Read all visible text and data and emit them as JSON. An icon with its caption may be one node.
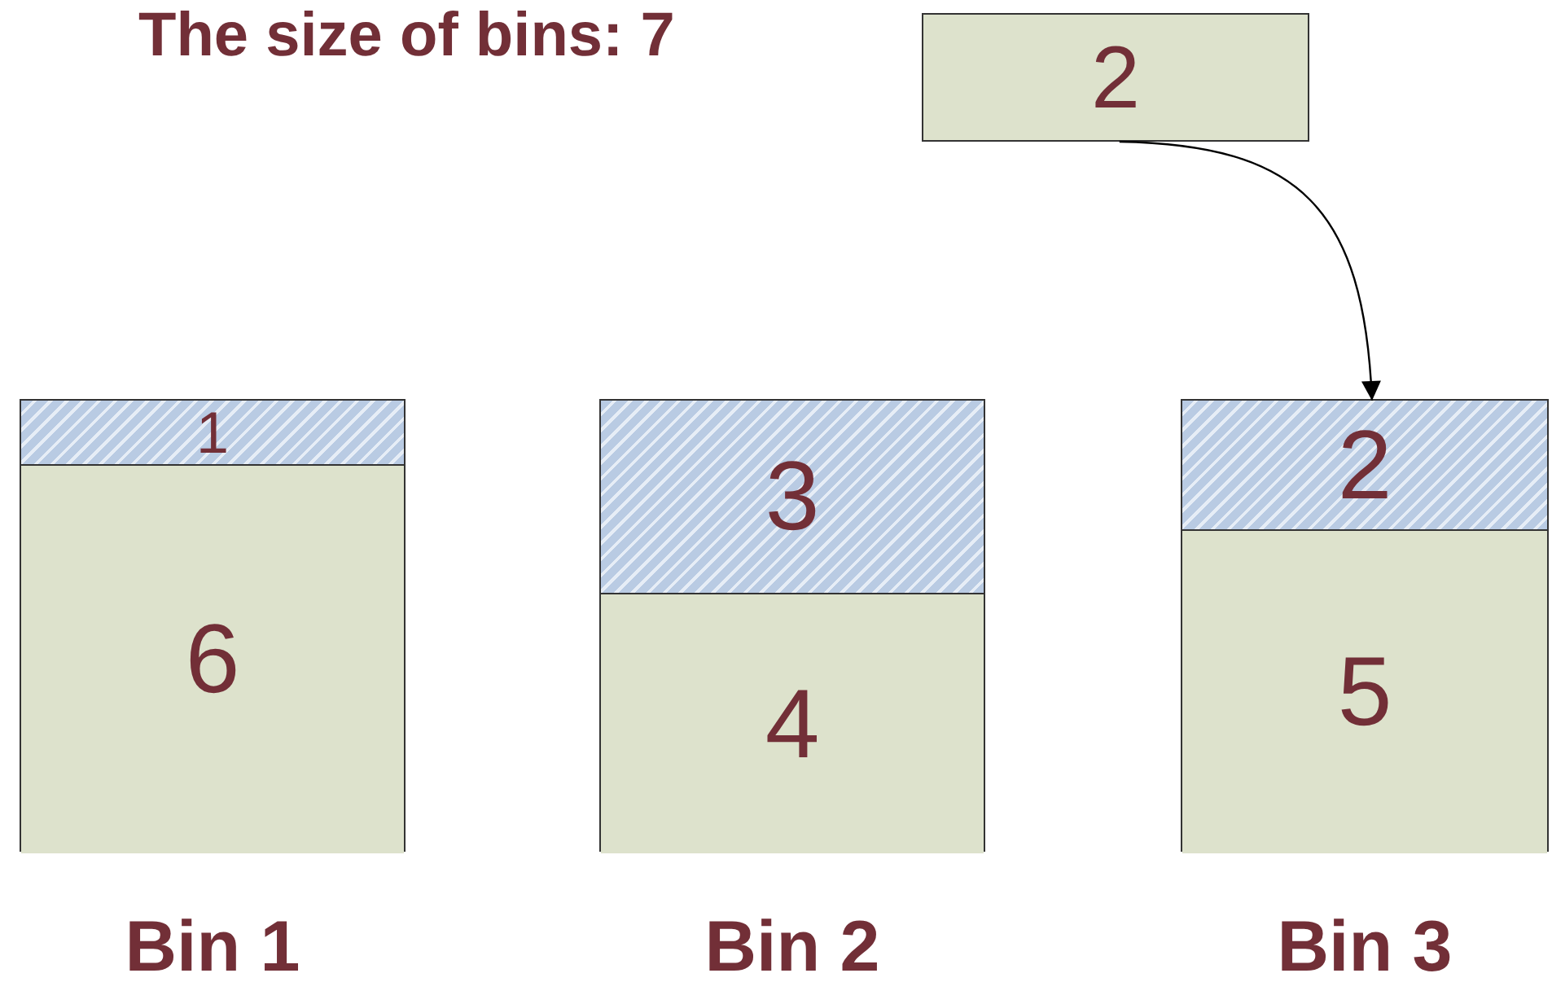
{
  "diagram": {
    "title": "The size of bins: 7",
    "nodes": [
      {
        "text": [
          "2"
        ]
      },
      {
        "text": [
          "Bin 1"
        ]
      },
      {
        "text": [
          "1"
        ],
        "in": 1
      },
      {
        "text": [
          "6"
        ],
        "in": 1
      },
      {
        "text": [
          "Bin 2"
        ]
      },
      {
        "text": [
          "3"
        ],
        "in": 4
      },
      {
        "text": [
          "4"
        ],
        "in": 4
      },
      {
        "text": [
          "Bin 3"
        ]
      },
      {
        "text": [
          "2"
        ],
        "in": 7
      },
      {
        "text": [
          "5"
        ],
        "in": 7
      }
    ],
    "edges": [
      {
        "from": 0,
        "to": 8,
        "arrow": "to"
      }
    ]
  }
}
